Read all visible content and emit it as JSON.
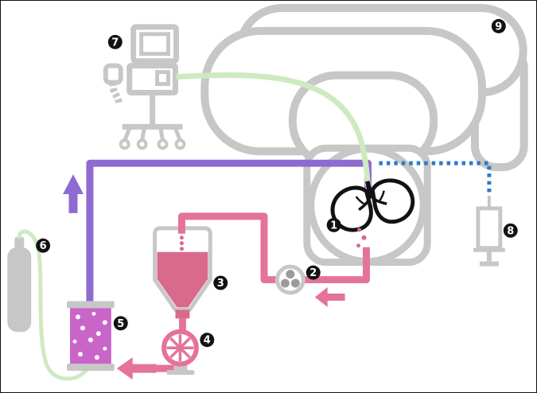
{
  "figure": {
    "kind": "perfusion-circuit-diagram",
    "colors": {
      "gray": "#c7c7c7",
      "darkgray": "#9b9b9b",
      "pink": "#e47397",
      "fluid": "#d96a8b",
      "purple": "#8f6ad1",
      "magenta": "#c964c9",
      "green": "#cfeac1",
      "blue": "#2c7bc6",
      "black": "#121212"
    },
    "markers": [
      {
        "number": "1",
        "component": "lung"
      },
      {
        "number": "2",
        "component": "pump"
      },
      {
        "number": "3",
        "component": "reservoir-bag"
      },
      {
        "number": "4",
        "component": "roller-pump"
      },
      {
        "number": "5",
        "component": "bubble-chamber"
      },
      {
        "number": "6",
        "component": "gas-cylinder"
      },
      {
        "number": "7",
        "component": "ventilator"
      },
      {
        "number": "8",
        "component": "syringe"
      },
      {
        "number": "9",
        "component": "scanner"
      }
    ]
  }
}
